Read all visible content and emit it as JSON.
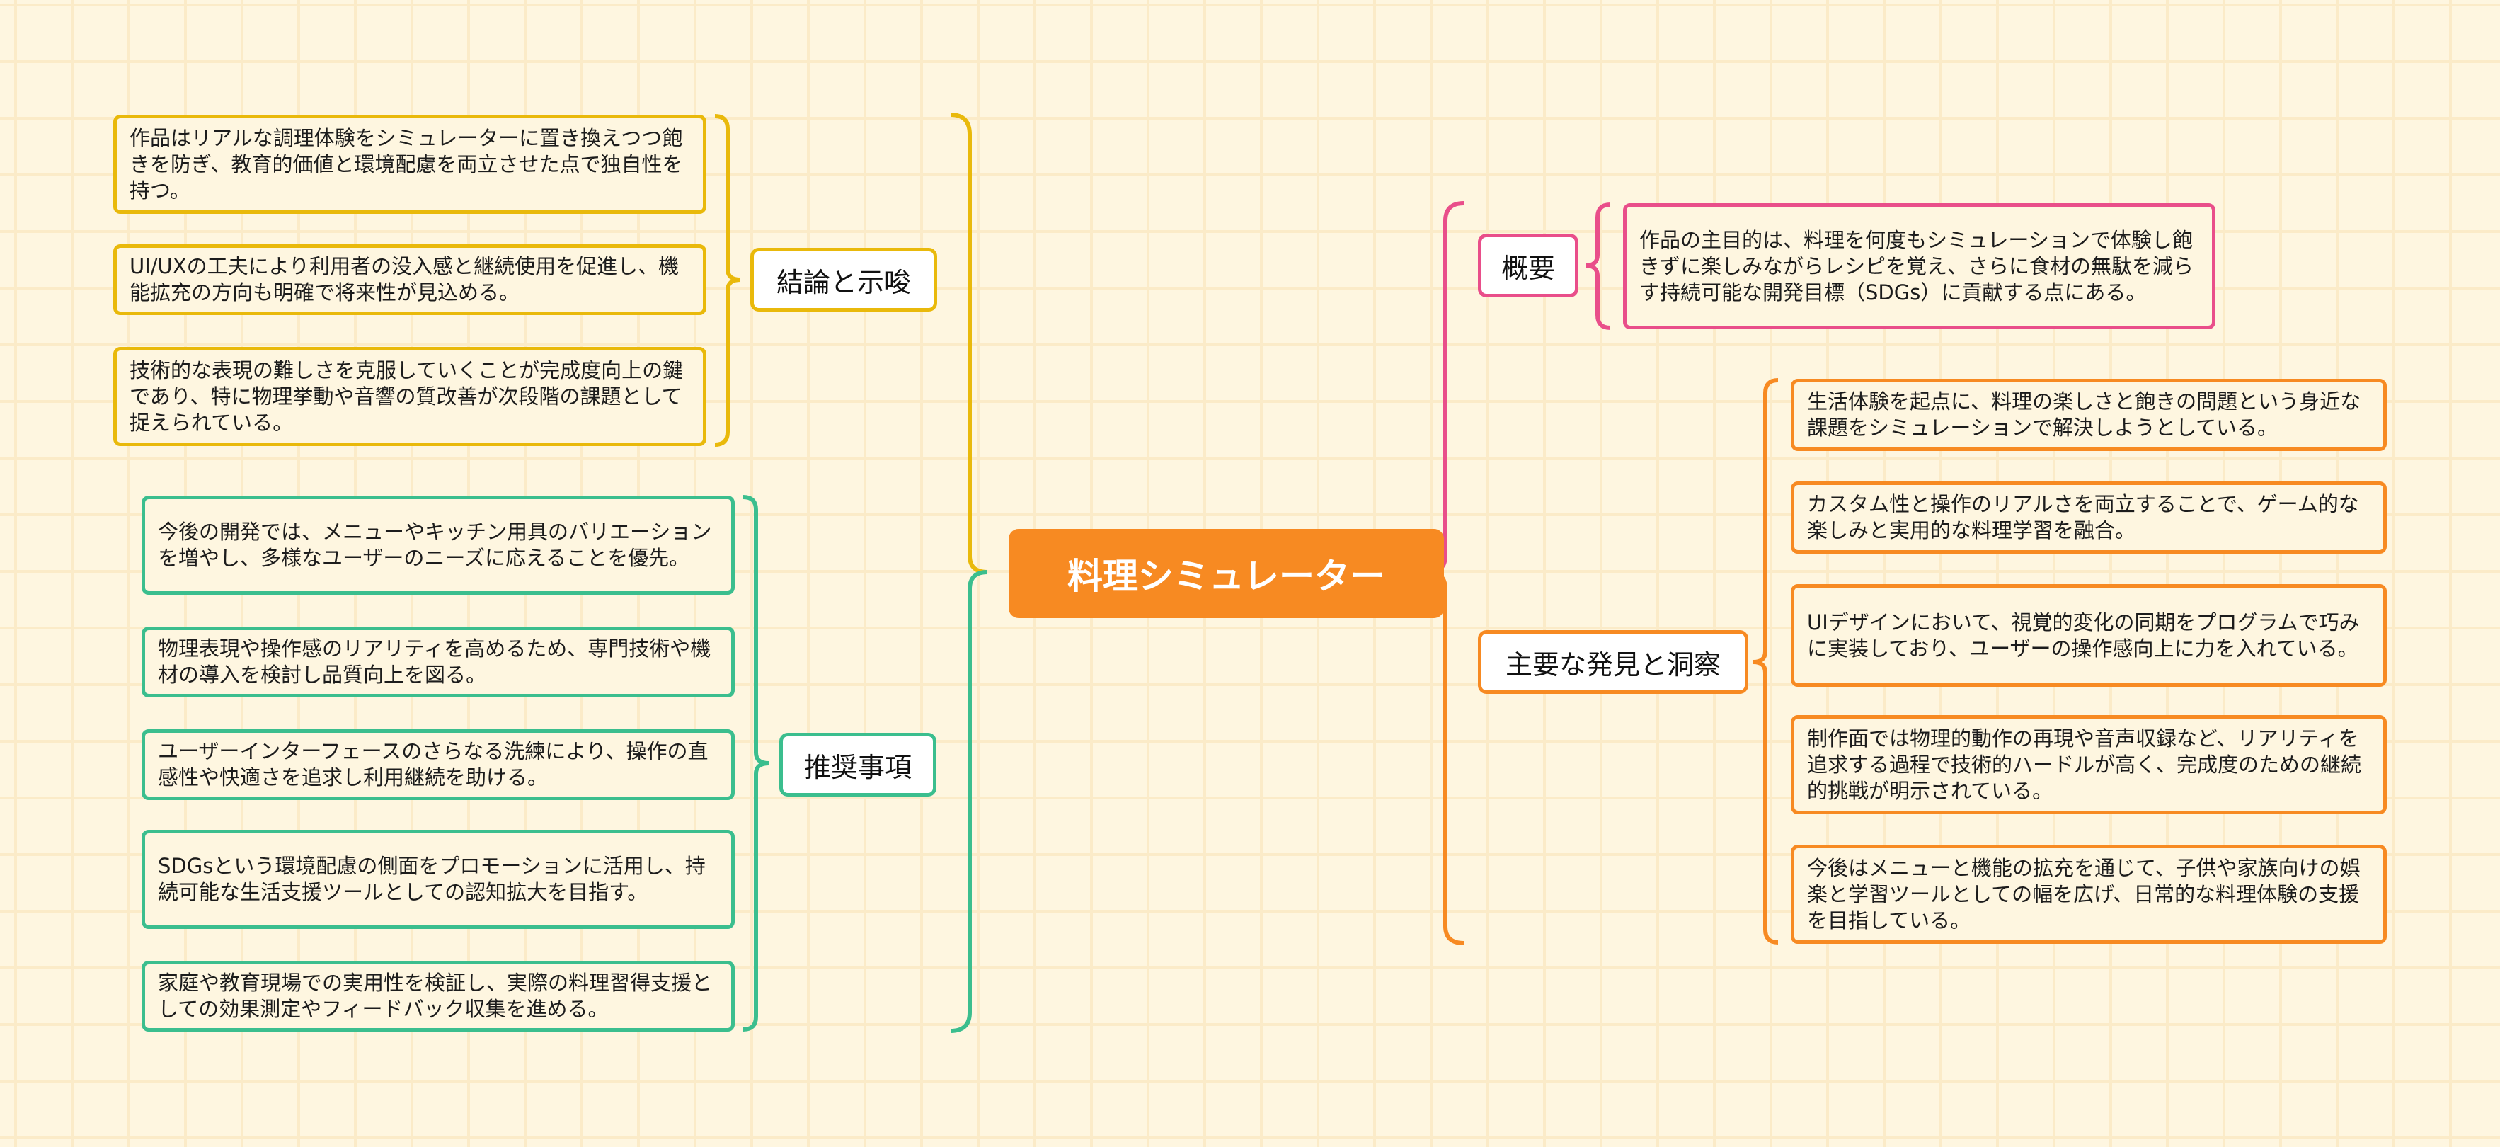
{
  "colors": {
    "background": "#FEF6E0",
    "root": "#F78A22",
    "conclusions": "#E9B90B",
    "recommendations": "#3BBE8E",
    "overview": "#E94E8A",
    "findings": "#F78A22"
  },
  "root": {
    "label": "料理シミュレーター"
  },
  "branches": {
    "conclusions": {
      "label": "結論と示唆",
      "items": [
        "作品はリアルな調理体験をシミュレーターに置き換えつつ飽きを防ぎ、教育的価値と環境配慮を両立させた点で独自性を持つ。",
        "UI/UXの工夫により利用者の没入感と継続使用を促進し、機能拡充の方向も明確で将来性が見込める。",
        "技術的な表現の難しさを克服していくことが完成度向上の鍵であり、特に物理挙動や音響の質改善が次段階の課題として捉えられている。"
      ]
    },
    "recommendations": {
      "label": "推奨事項",
      "items": [
        "今後の開発では、メニューやキッチン用具のバリエーションを増やし、多様なユーザーのニーズに応えることを優先。",
        "物理表現や操作感のリアリティを高めるため、専門技術や機材の導入を検討し品質向上を図る。",
        "ユーザーインターフェースのさらなる洗練により、操作の直感性や快適さを追求し利用継続を助ける。",
        "SDGsという環境配慮の側面をプロモーションに活用し、持続可能な生活支援ツールとしての認知拡大を目指す。",
        "家庭や教育現場での実用性を検証し、実際の料理習得支援としての効果測定やフィードバック収集を進める。"
      ]
    },
    "overview": {
      "label": "概要",
      "items": [
        "作品の主目的は、料理を何度もシミュレーションで体験し飽きずに楽しみながらレシピを覚え、さらに食材の無駄を減らす持続可能な開発目標（SDGs）に貢献する点にある。"
      ]
    },
    "findings": {
      "label": "主要な発見と洞察",
      "items": [
        "生活体験を起点に、料理の楽しさと飽きの問題という身近な課題をシミュレーションで解決しようとしている。",
        "カスタム性と操作のリアルさを両立することで、ゲーム的な楽しみと実用的な料理学習を融合。",
        "UIデザインにおいて、視覚的変化の同期をプログラムで巧みに実装しており、ユーザーの操作感向上に力を入れている。",
        "制作面では物理的動作の再現や音声収録など、リアリティを追求する過程で技術的ハードルが高く、完成度のための継続的挑戦が明示されている。",
        "今後はメニューと機能の拡充を通じて、子供や家族向けの娯楽と学習ツールとしての幅を広げ、日常的な料理体験の支援を目指している。"
      ]
    }
  }
}
